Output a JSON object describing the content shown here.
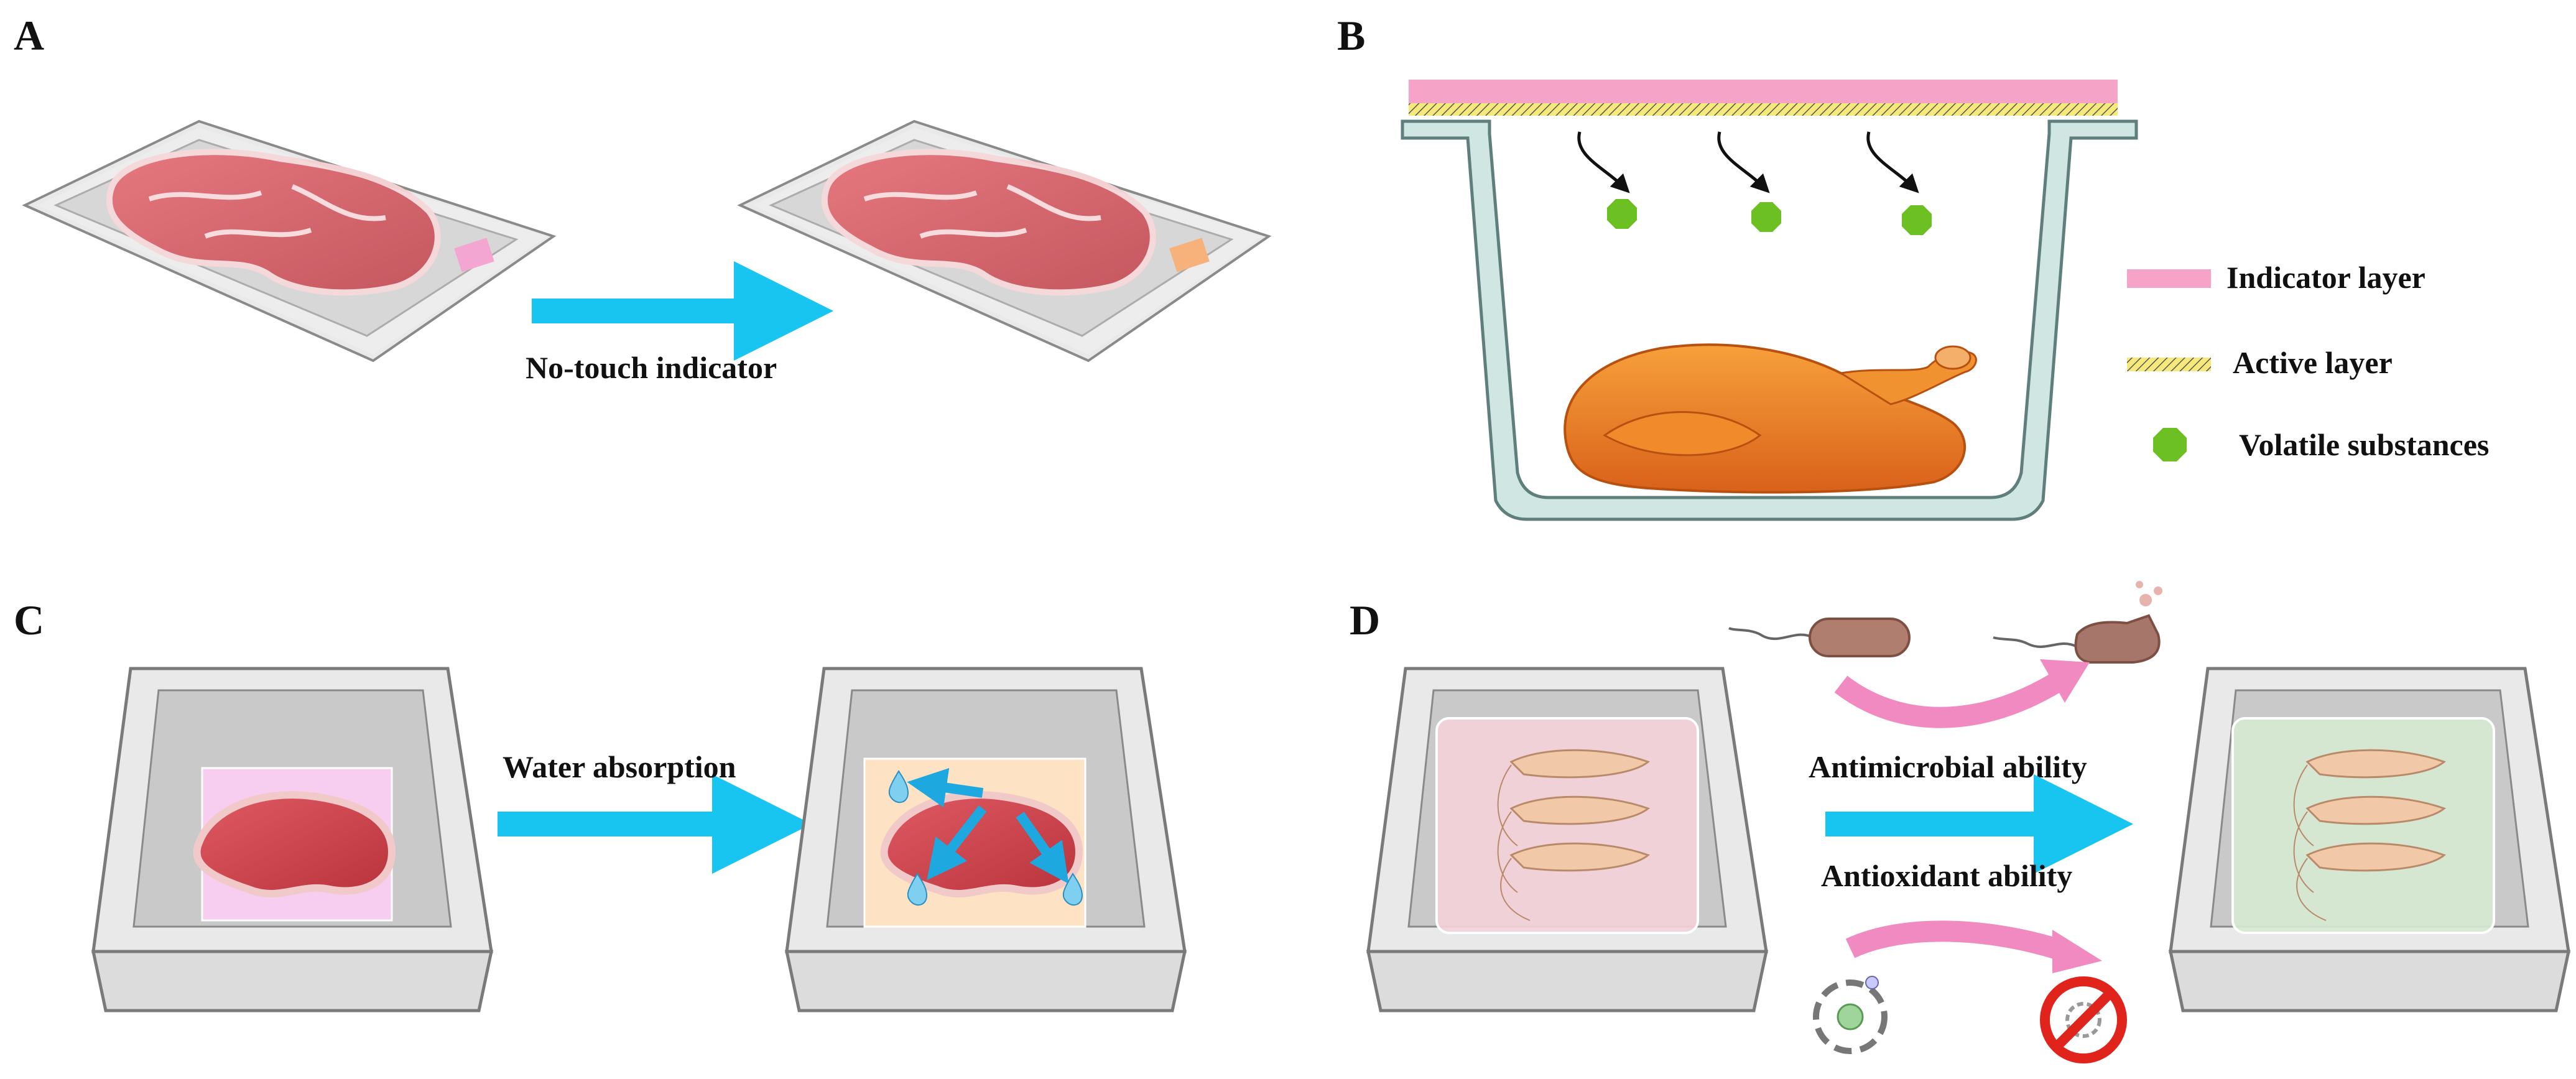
{
  "panels": {
    "a": {
      "letter": "A",
      "arrow_caption": "No-touch indicator"
    },
    "b": {
      "letter": "B",
      "legend": [
        {
          "label": "Indicator layer",
          "color": "#f5a3c7"
        },
        {
          "label": "Active layer",
          "color": "#f4e97a"
        },
        {
          "label": "Volatile substances",
          "color": "#6cc024"
        }
      ]
    },
    "c": {
      "letter": "C",
      "arrow_caption": "Water absorption"
    },
    "d": {
      "letter": "D",
      "caption_top": "Antimicrobial ability",
      "caption_bottom": "Antioxidant ability"
    }
  },
  "colors": {
    "arrow": "#18c4f0",
    "indicator_fresh": "#f4a6d3",
    "indicator_spoiled": "#f6b27a",
    "pad_c_before": "#f7cdf0",
    "pad_c_after": "#fde3c3",
    "film_d_before": "#f3d2d8",
    "film_d_after": "#d6ead0",
    "curved_arrow": "#f08ac0",
    "meat": "#c9424a",
    "tray": "#dcdcdc",
    "container": "#cfe6e3",
    "chicken": "#ee7a1d",
    "volatile": "#6cc024",
    "water_drop": "#7fd0f0",
    "no_sign": "#e0241b"
  }
}
